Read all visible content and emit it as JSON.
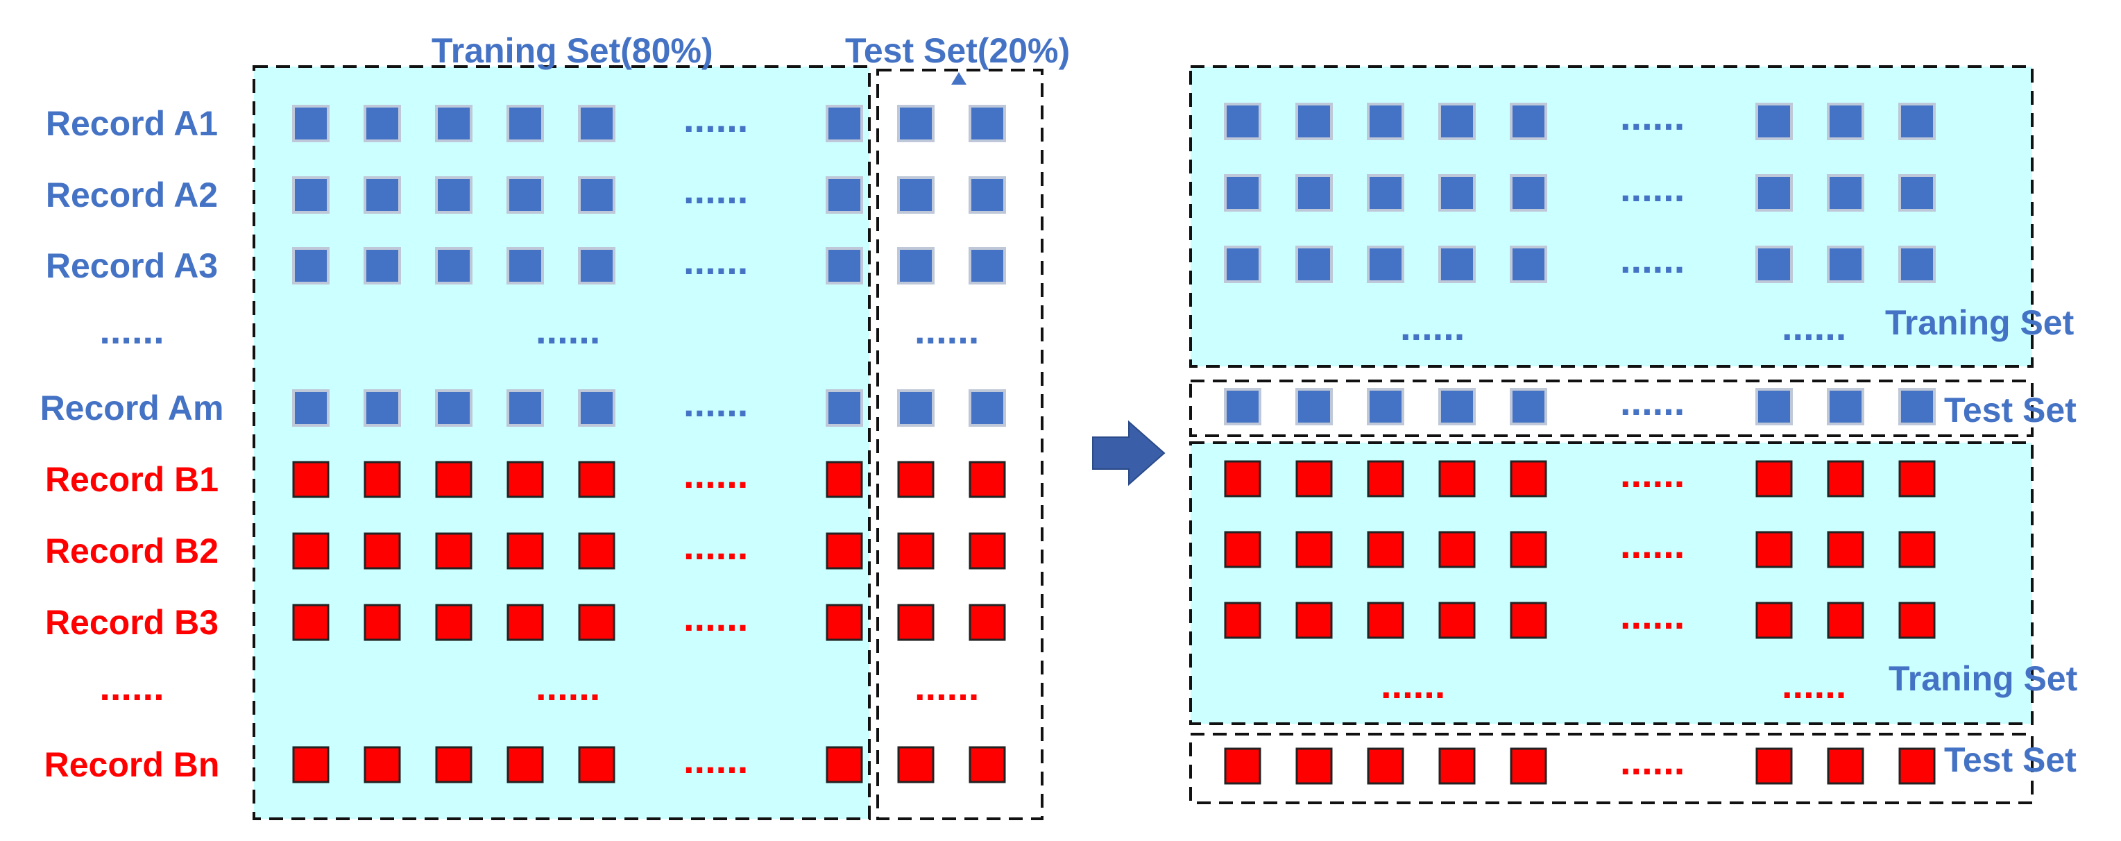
{
  "colors": {
    "blue": "#4472C4",
    "blue_border": "#BFC8D8",
    "red": "#FF0000",
    "red_border": "#222222",
    "panel_fill": "#CCFFFF",
    "dash": "#111111",
    "arrow": "#3A5FA8"
  },
  "left": {
    "training_label": "Traning Set(80%)",
    "test_label": "Test Set(20%)",
    "row_labels": [
      {
        "text": "Record A1",
        "group": "A"
      },
      {
        "text": "Record A2",
        "group": "A"
      },
      {
        "text": "Record A3",
        "group": "A"
      },
      {
        "text": "......",
        "group": "A"
      },
      {
        "text": "Record Am",
        "group": "A"
      },
      {
        "text": "Record B1",
        "group": "B"
      },
      {
        "text": "Record B2",
        "group": "B"
      },
      {
        "text": "Record B3",
        "group": "B"
      },
      {
        "text": "......",
        "group": "B"
      },
      {
        "text": "Record Bn",
        "group": "B"
      }
    ],
    "ellipsis": "......"
  },
  "right": {
    "training_label_a": "Traning Set",
    "test_label_a": "Test Set",
    "training_label_b": "Traning Set",
    "test_label_b": "Test Set",
    "ellipsis": "......"
  },
  "arrow_icon": "right-arrow-icon"
}
